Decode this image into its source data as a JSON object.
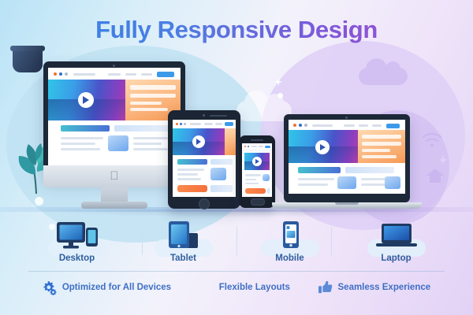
{
  "title": "Fully Responsive Design",
  "title_gradient": {
    "from": "#2f80e8",
    "to": "#a64ed2"
  },
  "background": {
    "from": "#b9e3f6",
    "mid": "#f3f2fb",
    "to": "#e2d2f6"
  },
  "devices": [
    {
      "label": "Desktop",
      "icon": "desktop-monitor-icon"
    },
    {
      "label": "Tablet",
      "icon": "tablet-icon"
    },
    {
      "label": "Mobile",
      "icon": "mobile-phone-icon"
    },
    {
      "label": "Laptop",
      "icon": "laptop-icon"
    }
  ],
  "features": [
    {
      "label": "Optimized for All Devices",
      "icon": "gears-icon"
    },
    {
      "label": "Flexible Layouts",
      "icon": "grid-squares-icon"
    },
    {
      "label": "Seamless Experience",
      "icon": "thumbs-up-icon"
    }
  ],
  "mockup": {
    "traffic_lights": [
      "#f2712c",
      "#2f6fd0",
      "#aebacb"
    ],
    "accent_button": "#3d9ae8",
    "cta_color": "#f4703c",
    "hero_gradient_from": "#2fc5e8",
    "hero_gradient_to": "#b23fa8",
    "play_button": "play-icon"
  },
  "decor": {
    "wifi": "wifi-icon",
    "house": "home-icon",
    "sparkle": "sparkle-icon",
    "plant": "potted-plant-icon",
    "apple_logo": "apple-logo-icon"
  }
}
